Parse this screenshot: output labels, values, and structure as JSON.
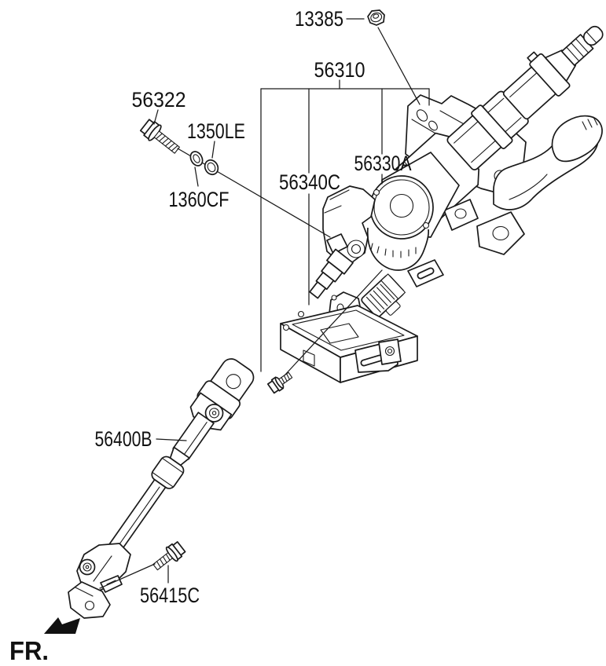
{
  "page": {
    "background": "#ffffff",
    "ink": "#1a1a1a"
  },
  "labels": {
    "nut": "13385",
    "column_assembly": "56310",
    "upper_bolt": "56322",
    "washer_a": "1350LE",
    "washer_b": "1360CF",
    "motor_assembly": "56330A",
    "controller": "56340C",
    "intermediate_shaft": "56400B",
    "lower_bolt": "56415C",
    "front_marker": "FR."
  }
}
